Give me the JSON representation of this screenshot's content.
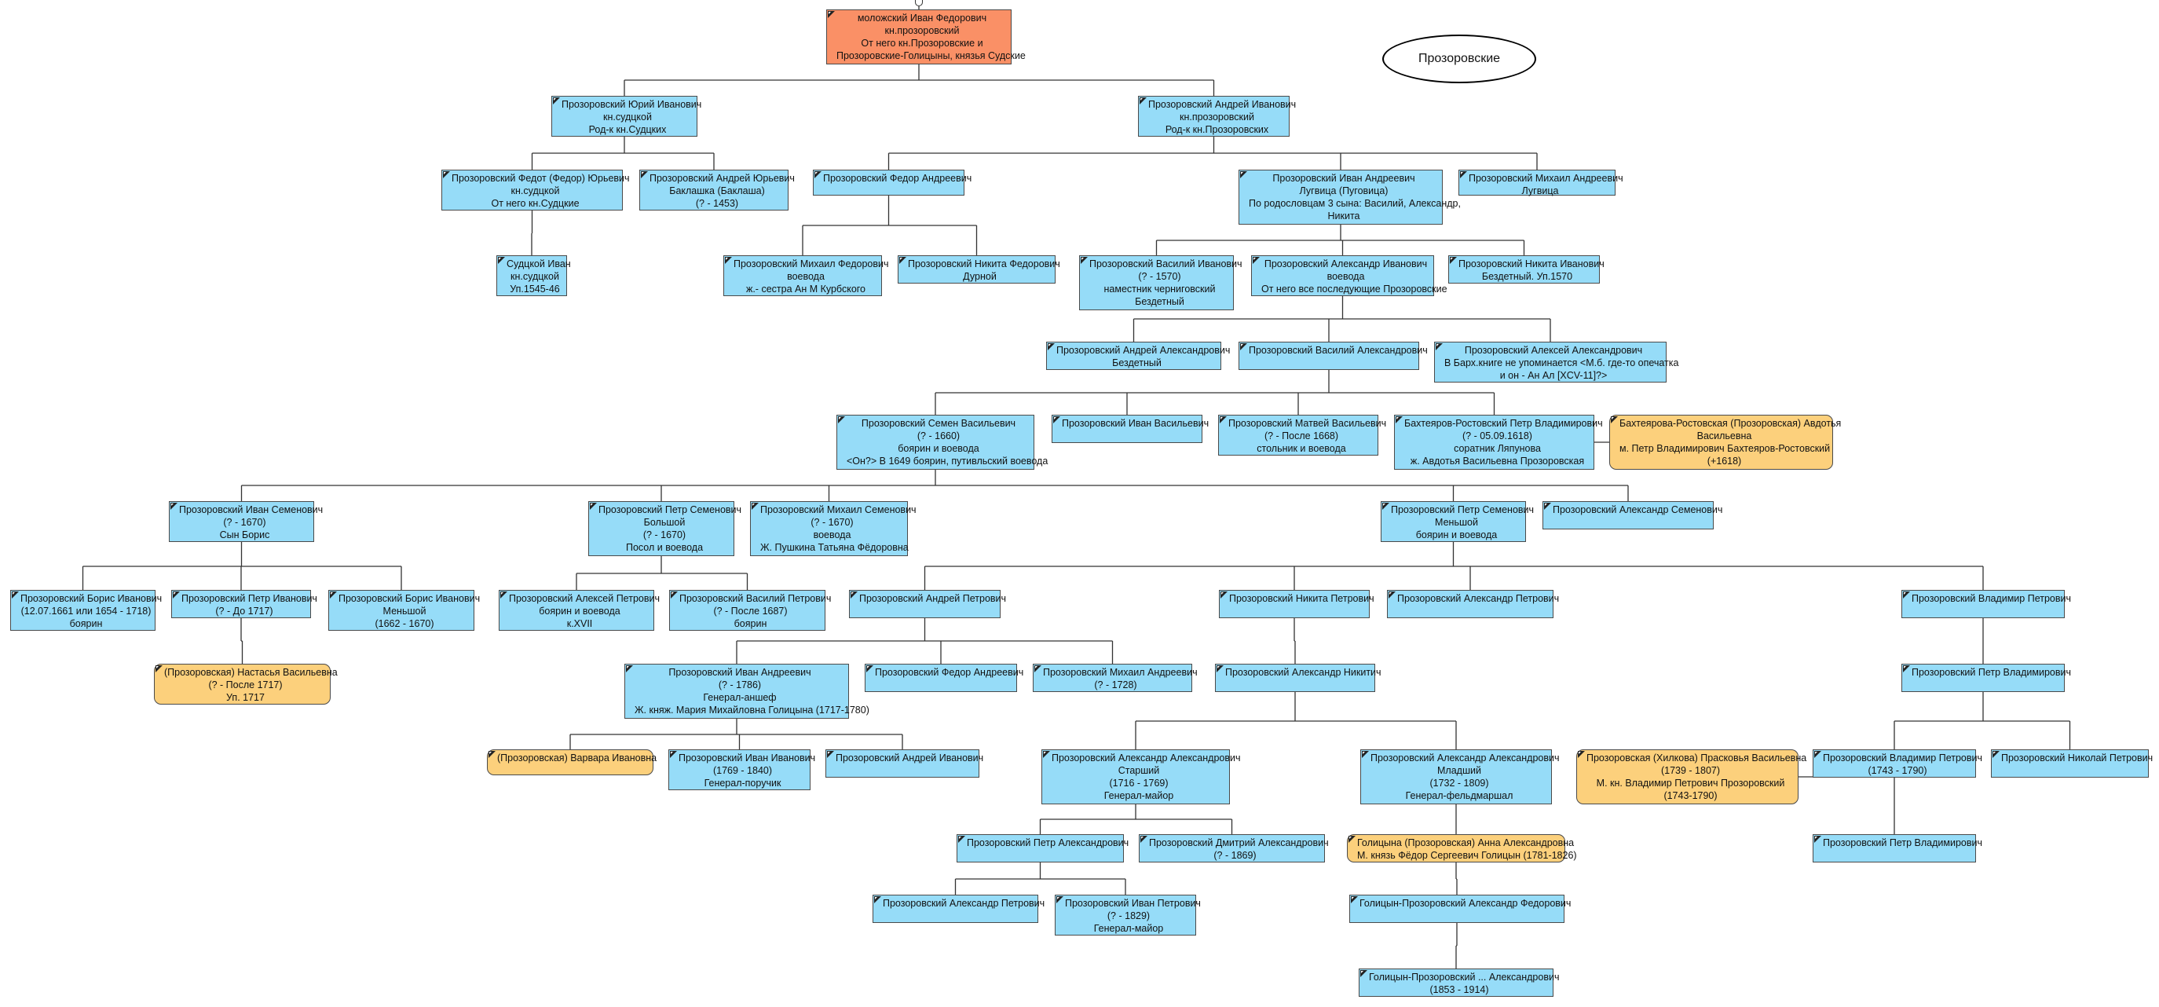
{
  "family_label": "Прозоровские",
  "nodes": [
    {
      "id": "root",
      "kind": "root",
      "lines": [
        "моложский Иван Федорович",
        "кн.прозоровский",
        "От него кн.Прозоровские и",
        "Прозоровские-Голицыны, князья Судские"
      ]
    },
    {
      "id": "yuri",
      "kind": "male",
      "lines": [
        "Прозоровский Юрий Иванович",
        "кн.судцкой",
        "Род-к кн.Судцких"
      ]
    },
    {
      "id": "andrei_i",
      "kind": "male",
      "lines": [
        "Прозоровский Андрей Иванович",
        "кн.прозоровский",
        "Род-к кн.Прозоровских"
      ]
    },
    {
      "id": "fedot",
      "kind": "male",
      "lines": [
        "Прозоровский Федот (Федор) Юрьевич",
        "кн.судцкой",
        "От него кн.Судцкие"
      ]
    },
    {
      "id": "andrei_yu",
      "kind": "male",
      "lines": [
        "Прозоровский Андрей Юрьевич",
        "Баклашка (Баклаша)",
        "(? - 1453)"
      ]
    },
    {
      "id": "fedor_a",
      "kind": "male",
      "lines": [
        "Прозоровский Федор Андреевич"
      ]
    },
    {
      "id": "ivan_a",
      "kind": "male",
      "lines": [
        "Прозоровский Иван Андреевич",
        "Лугвица (Пуговица)",
        "По родословцам 3 сына: Василий, Александр,",
        "Никита"
      ]
    },
    {
      "id": "mikhail_a",
      "kind": "male",
      "lines": [
        "Прозоровский Михаил Андреевич",
        "Лугвица"
      ]
    },
    {
      "id": "sudtskoi_ivan",
      "kind": "male",
      "lines": [
        "Судцкой Иван",
        "кн.судцкой",
        "Уп.1545-46"
      ]
    },
    {
      "id": "mikhail_f",
      "kind": "male",
      "lines": [
        "Прозоровский Михаил Федорович",
        "воевода",
        "ж.- сестра Ан М Курбского"
      ]
    },
    {
      "id": "nikita_f",
      "kind": "male",
      "lines": [
        "Прозоровский Никита Федорович",
        "Дурной"
      ]
    },
    {
      "id": "vasily_i",
      "kind": "male",
      "lines": [
        "Прозоровский Василий Иванович",
        "(? - 1570)",
        "наместник черниговский",
        "Бездетный"
      ]
    },
    {
      "id": "alexandr_i",
      "kind": "male",
      "lines": [
        "Прозоровский Александр Иванович",
        "воевода",
        "От него все последующие Прозоровские"
      ]
    },
    {
      "id": "nikita_i",
      "kind": "male",
      "lines": [
        "Прозоровский Никита Иванович",
        "Бездетный. Уп.1570"
      ]
    },
    {
      "id": "andrei_al",
      "kind": "male",
      "lines": [
        "Прозоровский Андрей Александрович",
        "Бездетный"
      ]
    },
    {
      "id": "vasily_al",
      "kind": "male",
      "lines": [
        "Прозоровский Василий Александрович"
      ]
    },
    {
      "id": "alexei_al",
      "kind": "male",
      "lines": [
        "Прозоровский Алексей Александрович",
        "В Барх.книге не упоминается <М.б. где-то опечатка",
        "и он - Ан Ал [XCV-11]?>"
      ]
    },
    {
      "id": "semen_v",
      "kind": "male",
      "lines": [
        "Прозоровский Семен Васильевич",
        "(? - 1660)",
        "боярин и воевода",
        "<Он?> В 1649 боярин, путивльский воевода"
      ]
    },
    {
      "id": "ivan_v",
      "kind": "male",
      "lines": [
        "Прозоровский Иван Васильевич"
      ]
    },
    {
      "id": "matvei_v",
      "kind": "male",
      "lines": [
        "Прозоровский Матвей Васильевич",
        "(? - После 1668)",
        "стольник и воевода"
      ]
    },
    {
      "id": "bakhteyarov",
      "kind": "male",
      "lines": [
        "Бахтеяров-Ростовский Петр Владимирович",
        "(? - 05.09.1618)",
        "соратник Ляпунова",
        "ж. Авдотья Васильевна Прозоровская"
      ]
    },
    {
      "id": "avdotya",
      "kind": "female",
      "lines": [
        "Бахтеярова-Ростовская (Прозоровская) Авдотья",
        "Васильевна",
        "м. Петр Владимирович Бахтеяров-Ростовский",
        "(+1618)"
      ]
    },
    {
      "id": "ivan_s",
      "kind": "male",
      "lines": [
        "Прозоровский Иван Семенович",
        "(? - 1670)",
        "Сын Борис"
      ]
    },
    {
      "id": "petr_s_b",
      "kind": "male",
      "lines": [
        "Прозоровский Петр Семенович",
        "Большой",
        "(? - 1670)",
        "Посол и воевода"
      ]
    },
    {
      "id": "mikhail_s",
      "kind": "male",
      "lines": [
        "Прозоровский Михаил Семенович",
        "(? - 1670)",
        "воевода",
        "Ж. Пушкина Татьяна Фёдоровна"
      ]
    },
    {
      "id": "petr_s_m",
      "kind": "male",
      "lines": [
        "Прозоровский Петр Семенович",
        "Меньшой",
        "боярин и воевода"
      ]
    },
    {
      "id": "alexandr_s",
      "kind": "male",
      "lines": [
        "Прозоровский Александр Семенович"
      ]
    },
    {
      "id": "boris_i",
      "kind": "male",
      "lines": [
        "Прозоровский Борис Иванович",
        "(12.07.1661 или 1654 - 1718)",
        "боярин"
      ]
    },
    {
      "id": "petr_i",
      "kind": "male",
      "lines": [
        "Прозоровский Петр Иванович",
        "(? - До 1717)"
      ]
    },
    {
      "id": "boris_i_m",
      "kind": "male",
      "lines": [
        "Прозоровский Борис Иванович",
        "Меньшой",
        "(1662 - 1670)"
      ]
    },
    {
      "id": "alexei_p",
      "kind": "male",
      "lines": [
        "Прозоровский Алексей Петрович",
        "боярин и воевода",
        "к.XVII"
      ]
    },
    {
      "id": "vasily_p",
      "kind": "male",
      "lines": [
        "Прозоровский Василий Петрович",
        "(? - После 1687)",
        "боярин"
      ]
    },
    {
      "id": "andrei_p",
      "kind": "male",
      "lines": [
        "Прозоровский Андрей Петрович"
      ]
    },
    {
      "id": "nikita_p",
      "kind": "male",
      "lines": [
        "Прозоровский Никита Петрович"
      ]
    },
    {
      "id": "alexandr_p",
      "kind": "male",
      "lines": [
        "Прозоровский Александр Петрович"
      ]
    },
    {
      "id": "vladimir_p",
      "kind": "male",
      "lines": [
        "Прозоровский Владимир Петрович"
      ]
    },
    {
      "id": "nastasya",
      "kind": "female",
      "lines": [
        "(Прозоровская) Настасья Васильевна",
        "(? - После 1717)",
        "Уп. 1717"
      ]
    },
    {
      "id": "ivan_an",
      "kind": "male",
      "lines": [
        "Прозоровский Иван Андреевич",
        "(? - 1786)",
        "Генерал-аншеф",
        "Ж. княж. Мария Михайловна Голицына (1717-1780)"
      ]
    },
    {
      "id": "fedor_an",
      "kind": "male",
      "lines": [
        "Прозоровский Федор Андреевич"
      ]
    },
    {
      "id": "mikhail_an",
      "kind": "male",
      "lines": [
        "Прозоровский Михаил Андреевич",
        "(? - 1728)"
      ]
    },
    {
      "id": "alexandr_n",
      "kind": "male",
      "lines": [
        "Прозоровский Александр Никитич"
      ]
    },
    {
      "id": "petr_vl",
      "kind": "male",
      "lines": [
        "Прозоровский Петр Владимирович"
      ]
    },
    {
      "id": "varvara",
      "kind": "female",
      "lines": [
        "(Прозоровская) Варвара Ивановна"
      ]
    },
    {
      "id": "ivan_iv",
      "kind": "male",
      "lines": [
        "Прозоровский Иван Иванович",
        "(1769 - 1840)",
        "Генерал-поручик"
      ]
    },
    {
      "id": "andrei_iv",
      "kind": "male",
      "lines": [
        "Прозоровский Андрей Иванович"
      ]
    },
    {
      "id": "alexandr_al_st",
      "kind": "male",
      "lines": [
        "Прозоровский Александр Александрович",
        "Старший",
        "(1716 - 1769)",
        "Генерал-майор"
      ]
    },
    {
      "id": "alexandr_al_ml",
      "kind": "male",
      "lines": [
        "Прозоровский Александр Александрович",
        "Младший",
        "(1732 - 1809)",
        "Генерал-фельдмаршал"
      ]
    },
    {
      "id": "praskovya",
      "kind": "female",
      "lines": [
        "Прозоровская (Хилкова) Прасковья Васильевна",
        "(1739 - 1807)",
        "М. кн. Владимир Петрович Прозоровский",
        "(1743-1790)"
      ]
    },
    {
      "id": "vladimir_p2",
      "kind": "male",
      "lines": [
        "Прозоровский Владимир Петрович",
        "(1743 - 1790)"
      ]
    },
    {
      "id": "nikolai_p",
      "kind": "male",
      "lines": [
        "Прозоровский Николай Петрович"
      ]
    },
    {
      "id": "petr_al",
      "kind": "male",
      "lines": [
        "Прозоровский Петр Александрович"
      ]
    },
    {
      "id": "dmitry_al",
      "kind": "male",
      "lines": [
        "Прозоровский Дмитрий Александрович",
        "(? - 1869)"
      ]
    },
    {
      "id": "anna",
      "kind": "female",
      "lines": [
        "Голицына (Прозоровская) Анна Александровна",
        "М. князь Фёдор Сергеевич Голицын (1781-1826)"
      ]
    },
    {
      "id": "petr_vl2",
      "kind": "male",
      "lines": [
        "Прозоровский Петр Владимирович"
      ]
    },
    {
      "id": "alexandr_pe",
      "kind": "male",
      "lines": [
        "Прозоровский Александр Петрович"
      ]
    },
    {
      "id": "ivan_pe",
      "kind": "male",
      "lines": [
        "Прозоровский Иван Петрович",
        "(? - 1829)",
        "Генерал-майор"
      ]
    },
    {
      "id": "golitsyn_af",
      "kind": "male",
      "lines": [
        "Голицын-Прозоровский Александр Федорович"
      ]
    },
    {
      "id": "golitsyn_aa",
      "kind": "male",
      "lines": [
        "Голицын-Прозоровский ... Александрович",
        "(1853 - 1914)"
      ]
    }
  ],
  "colors": {
    "male": "#96dcf8",
    "female": "#fcd07c",
    "root": "#fa9066",
    "line": "#333333"
  }
}
